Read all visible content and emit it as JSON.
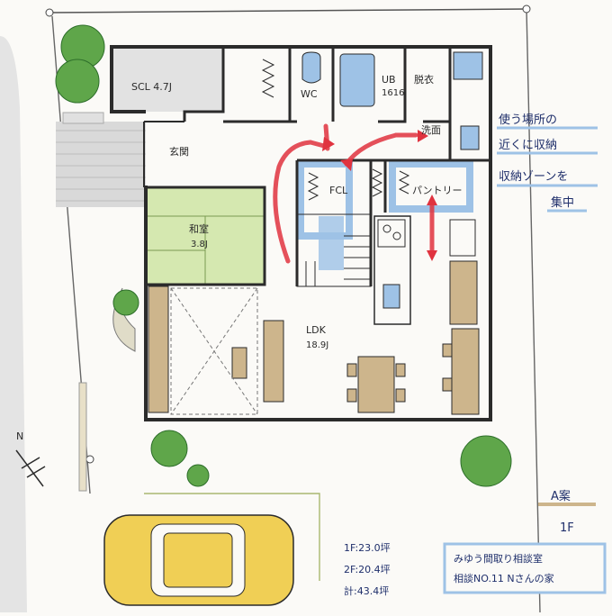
{
  "rooms": {
    "scl": "SCL 4.7J",
    "wc": "WC",
    "ub": "UB",
    "ub_size": "1616",
    "dressing": "脱衣",
    "wash": "洗面",
    "entrance": "玄関",
    "fcl": "FCL",
    "pantry": "パントリー",
    "washitsu": "和室",
    "washitsu_size": "3.8J",
    "ldk": "LDK",
    "ldk_size": "18.9J"
  },
  "notes": {
    "line1": "使う場所の",
    "line2": "近くに収納",
    "line3": "収納ゾーンを",
    "line4": "集中"
  },
  "plan": {
    "name": "A案",
    "floor": "1F"
  },
  "areas": {
    "f1": "1F:23.0坪",
    "f2": "2F:20.4坪",
    "total": "計:43.4坪"
  },
  "credit": {
    "line1": "みゆう間取り相談室",
    "line2": "相談NO.11 Nさんの家"
  },
  "compass": "N",
  "colors": {
    "wall": "#2b2b2b",
    "arrow": "#e0333f",
    "storage": "#9ec2e6",
    "tatami": "#d5e8b0",
    "wood": "#cdb58c",
    "tree": "#5fa64a",
    "car": "#f0cf55",
    "note_line": "#9ec2e6",
    "ink": "#1f2f6b"
  }
}
